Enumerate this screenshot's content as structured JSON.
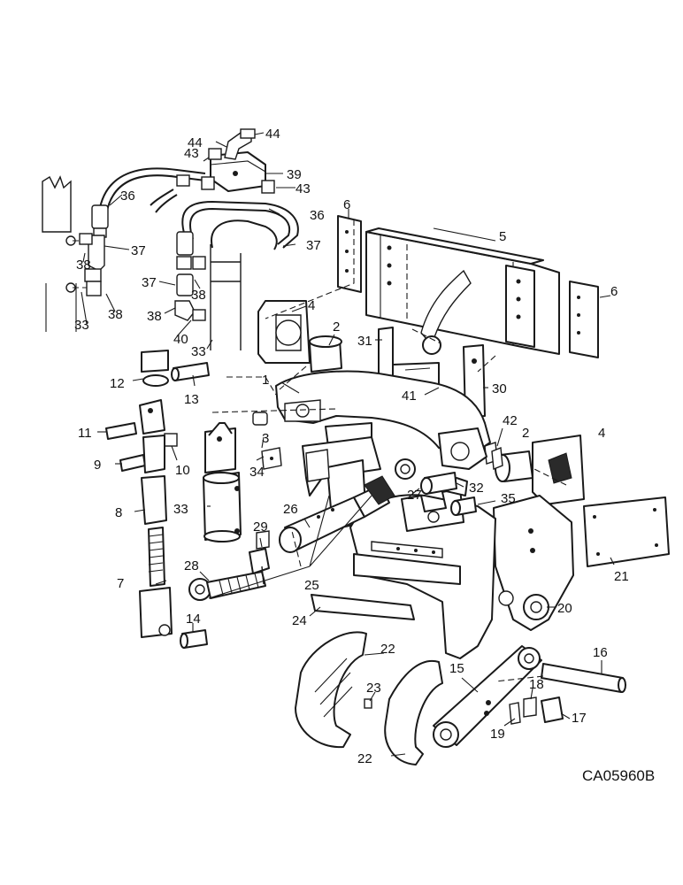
{
  "figure": {
    "reference_code": "CA05960B",
    "callouts": [
      "1",
      "2",
      "3",
      "4",
      "5",
      "6",
      "7",
      "8",
      "9",
      "10",
      "11",
      "12",
      "13",
      "14",
      "15",
      "16",
      "17",
      "18",
      "19",
      "20",
      "21",
      "22",
      "23",
      "24",
      "25",
      "26",
      "27",
      "28",
      "29",
      "30",
      "31",
      "32",
      "33",
      "34",
      "35",
      "36",
      "37",
      "38",
      "39",
      "40",
      "41",
      "42",
      "43",
      "44"
    ]
  },
  "colors": {
    "ink": "#1a1a1a",
    "paper": "#ffffff"
  }
}
